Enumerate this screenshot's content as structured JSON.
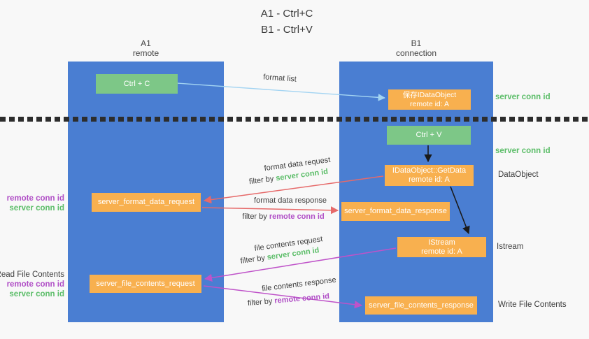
{
  "title": {
    "line1": "A1 - Ctrl+C",
    "line2": "B1 - Ctrl+V"
  },
  "lifelines": {
    "left": {
      "name": "A1",
      "role": "remote"
    },
    "right": {
      "name": "B1",
      "role": "connection"
    }
  },
  "nodes": {
    "ctrl_c": {
      "label": "Ctrl + C"
    },
    "ctrl_v": {
      "label": "Ctrl + V"
    },
    "save_dataobject": {
      "line1": "保存IDataObject",
      "line2": "remote id: A"
    },
    "getdata": {
      "line1": "IDataObject::GetData",
      "line2": "remote id: A"
    },
    "istream": {
      "line1": "IStream",
      "line2": "remote id: A"
    },
    "server_format_data_request": {
      "label": "server_format_data_request"
    },
    "server_format_data_response": {
      "label": "server_format_data_response"
    },
    "server_file_contents_request": {
      "label": "server_file_contents_request"
    },
    "server_file_contents_response": {
      "label": "server_file_contents_response"
    }
  },
  "arrow_labels": {
    "format_list": "format list",
    "format_data_request": "format data request",
    "format_data_response": "format data response",
    "file_contents_request": "file contents request",
    "file_contents_response": "file contents response",
    "filter_by": "filter by ",
    "server_conn_id": "server conn id",
    "remote_conn_id": "remote conn id"
  },
  "side_labels": {
    "server_conn_id_top": "server conn id",
    "server_conn_id_mid": "server conn id",
    "dataobject": "DataObject",
    "istream": "Istream",
    "write_file_contents": "Write File Contents",
    "read_file_contents": "Read File Contents",
    "remote_conn_id": "remote conn id",
    "server_conn_id": "server conn id"
  },
  "colors": {
    "background": "#f8f8f8",
    "lifeline_blue": "#4a7ed2",
    "node_orange": "#f8b04f",
    "node_green": "#7dc787",
    "text_green": "#5bbd68",
    "text_purple": "#b04ec6",
    "arrow_red": "#e66a6a",
    "arrow_magenta": "#bf53c9",
    "arrow_lightblue": "#a3d4f2",
    "arrow_black": "#1a1a1a"
  }
}
